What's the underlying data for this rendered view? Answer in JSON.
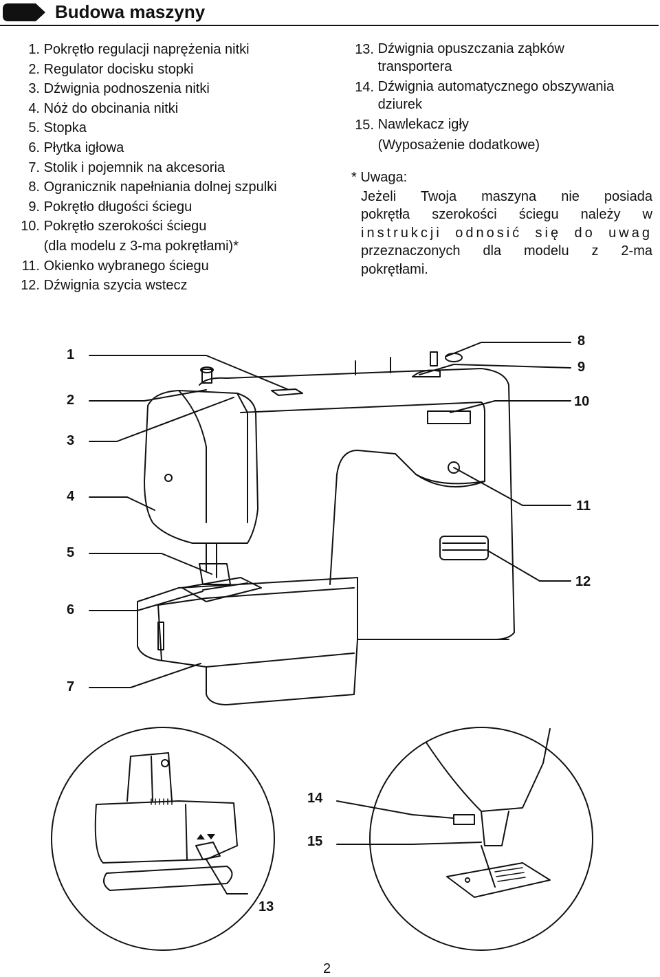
{
  "section_title": "Budowa maszyny",
  "parts_left": [
    {
      "num": "1.",
      "text": "Pokrętło regulacji naprężenia nitki"
    },
    {
      "num": "2.",
      "text": "Regulator docisku stopki"
    },
    {
      "num": "3.",
      "text": "Dźwignia podnoszenia nitki"
    },
    {
      "num": "4.",
      "text": "Nóż do obcinania nitki"
    },
    {
      "num": "5.",
      "text": "Stopka"
    },
    {
      "num": "6.",
      "text": "Płytka igłowa"
    },
    {
      "num": "7.",
      "text": "Stolik i pojemnik na akcesoria"
    },
    {
      "num": "8.",
      "text": "Ogranicznik napełniania dolnej szpulki"
    },
    {
      "num": "9.",
      "text": "Pokrętło długości ściegu"
    },
    {
      "num": "10.",
      "text": "Pokrętło szerokości ściegu",
      "cont": "(dla modelu z 3-ma pokrętłami)*"
    },
    {
      "num": "11.",
      "text": "Okienko wybranego ściegu"
    },
    {
      "num": "12.",
      "text": "Dźwignia szycia wstecz"
    }
  ],
  "parts_right": [
    {
      "num": "13.",
      "text": "Dźwignia opuszczania ząbków",
      "cont": "transportera"
    },
    {
      "num": "14.",
      "text": "Dźwignia automatycznego obszywania",
      "cont": "dziurek"
    },
    {
      "num": "15.",
      "text": "Nawlekacz igły",
      "cont": "(Wyposażenie dodatkowe)"
    }
  ],
  "note": {
    "heading": "* Uwaga:",
    "line1": "Jeżeli Twoja maszyna nie posiada",
    "line2": "pokrętła szerokości ściegu należy w",
    "line3": "instrukcji odnosić się do uwag",
    "line4": "przeznaczonych dla modelu z 2-ma",
    "line5": "pokrętłami."
  },
  "callouts": [
    "1",
    "2",
    "3",
    "4",
    "5",
    "6",
    "7",
    "8",
    "9",
    "10",
    "11",
    "12",
    "13",
    "14",
    "15"
  ],
  "page_number": "2"
}
